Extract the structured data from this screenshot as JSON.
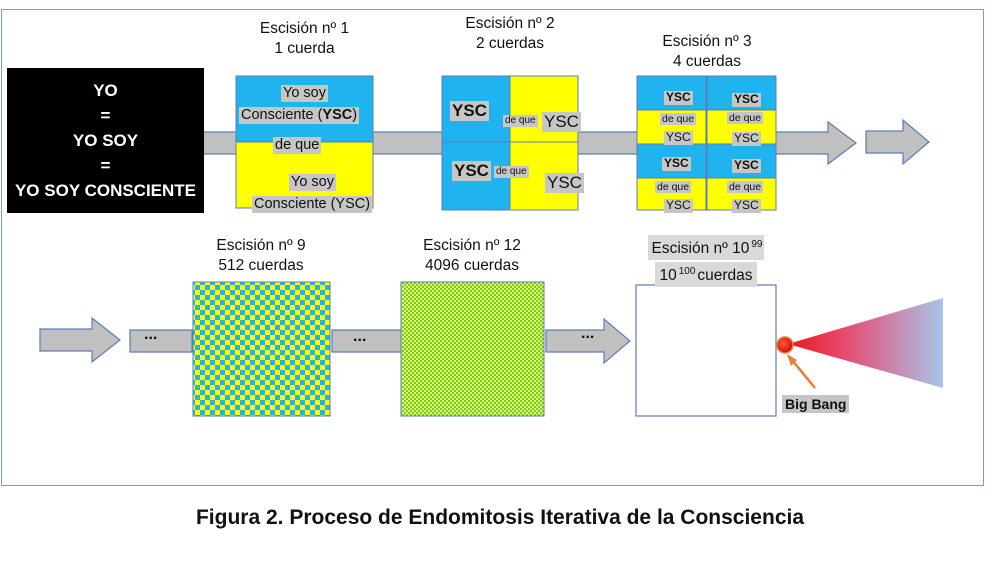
{
  "start_box": {
    "lines": [
      "YO",
      "=",
      "YO SOY",
      "=",
      "YO SOY CONSCIENTE"
    ]
  },
  "split1": {
    "title": [
      "Escisión nº 1",
      "1 cuerda"
    ],
    "top_line1": "Yo soy",
    "top_line2_pre": "Consciente (",
    "top_line2_bold": "YSC",
    "top_line2_post": ")",
    "middle": "de que",
    "bottom_line1": "Yo soy",
    "bottom_line2": "Consciente (YSC)"
  },
  "split2": {
    "title": [
      "Escisión nº 2",
      "2 cuerdas"
    ],
    "ysc": "YSC",
    "de_que": "de que"
  },
  "split3": {
    "title": [
      "Escisión nº 3",
      "4 cuerdas"
    ],
    "ysc": "YSC",
    "de_que": "de que"
  },
  "split9": {
    "title": [
      "Escisión nº 9",
      "512 cuerdas"
    ]
  },
  "split12": {
    "title": [
      "Escisión nº 12",
      "4096 cuerdas"
    ]
  },
  "split_final": {
    "title1_base": "Escisión nº 10",
    "title1_sup": "99",
    "title2_base": "10",
    "title2_sup": "100",
    "title2_rest": " cuerdas"
  },
  "ellipsis": "...",
  "big_bang": "Big Bang",
  "caption": "Figura 2. Proceso de Endomitosis Iterativa de la Consciencia",
  "colors": {
    "blue": "#1fb4ee",
    "yellow": "#ffff00",
    "arrow_fill": "#c0c0c0",
    "arrow_stroke": "#5b7db7",
    "frame": "#7b9cc8",
    "big_bang_red": "#e01a1a",
    "pointer_orange": "#ed7d31"
  }
}
